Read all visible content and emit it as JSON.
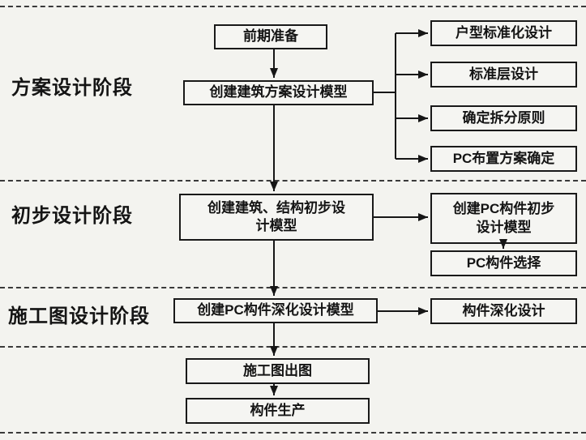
{
  "phases": [
    {
      "label": "方案设计阶段"
    },
    {
      "label": "初步设计阶段"
    },
    {
      "label": "施工图设计阶段"
    }
  ],
  "nodes": {
    "preparation": "前期准备",
    "scheme_model": "创建建筑方案设计模型",
    "unit_standardization": "户型标准化设计",
    "standard_floor": "标准层设计",
    "split_principle": "确定拆分原则",
    "pc_layout": "PC布置方案确定",
    "preliminary_model": "创建建筑、结构初步设\n计模型",
    "pc_preliminary_model": "创建PC构件初步\n设计模型",
    "pc_selection": "PC构件选择",
    "pc_detailed_model": "创建PC构件深化设计模型",
    "component_detail": "构件深化设计",
    "drawing_output": "施工图出图",
    "component_production": "构件生产"
  },
  "colors": {
    "line": "#161616",
    "background": "#f3f3ef"
  }
}
